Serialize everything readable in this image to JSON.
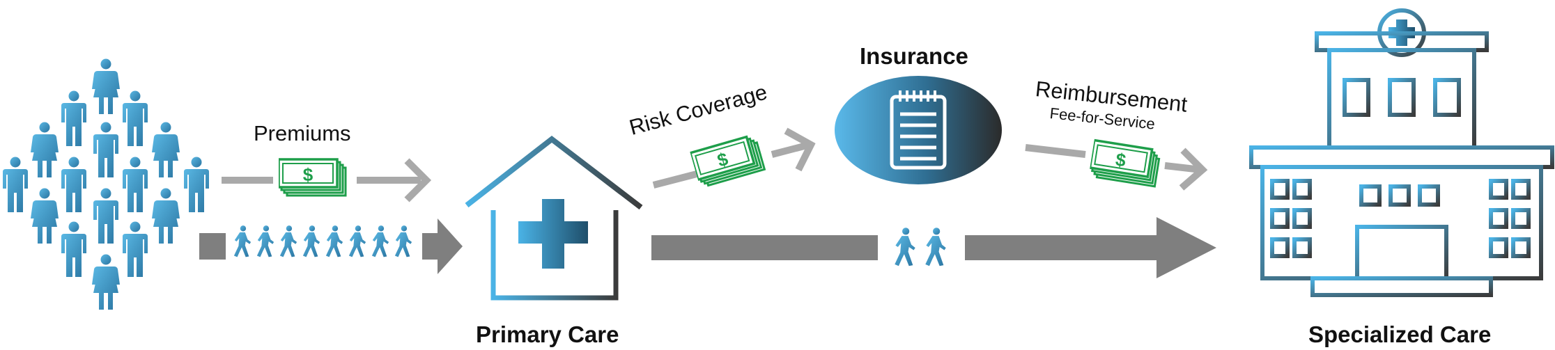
{
  "labels": {
    "premiums": "Premiums",
    "risk_coverage": "Risk Coverage",
    "insurance": "Insurance",
    "reimbursement": "Reimbursement",
    "fee_for_service": "Fee-for-Service",
    "primary_care": "Primary Care",
    "specialized_care": "Specialized Care"
  },
  "icons": {
    "population": "people-crowd-icon",
    "money": "cash-bills-icon",
    "primary_care": "house-medical-cross-icon",
    "insurance": "notepad-icon",
    "hospital": "hospital-building-icon",
    "walking": "walking-person-icon"
  },
  "colors": {
    "person_gradient_start": "#4aa8d8",
    "person_gradient_end": "#2f7fa8",
    "outline_gradient_start": "#4ab3e6",
    "outline_gradient_end": "#3a3a3a",
    "money_green": "#1e9e4a",
    "arrow_gray_light": "#a9a9a9",
    "arrow_gray_dark": "#7f7f7f"
  }
}
